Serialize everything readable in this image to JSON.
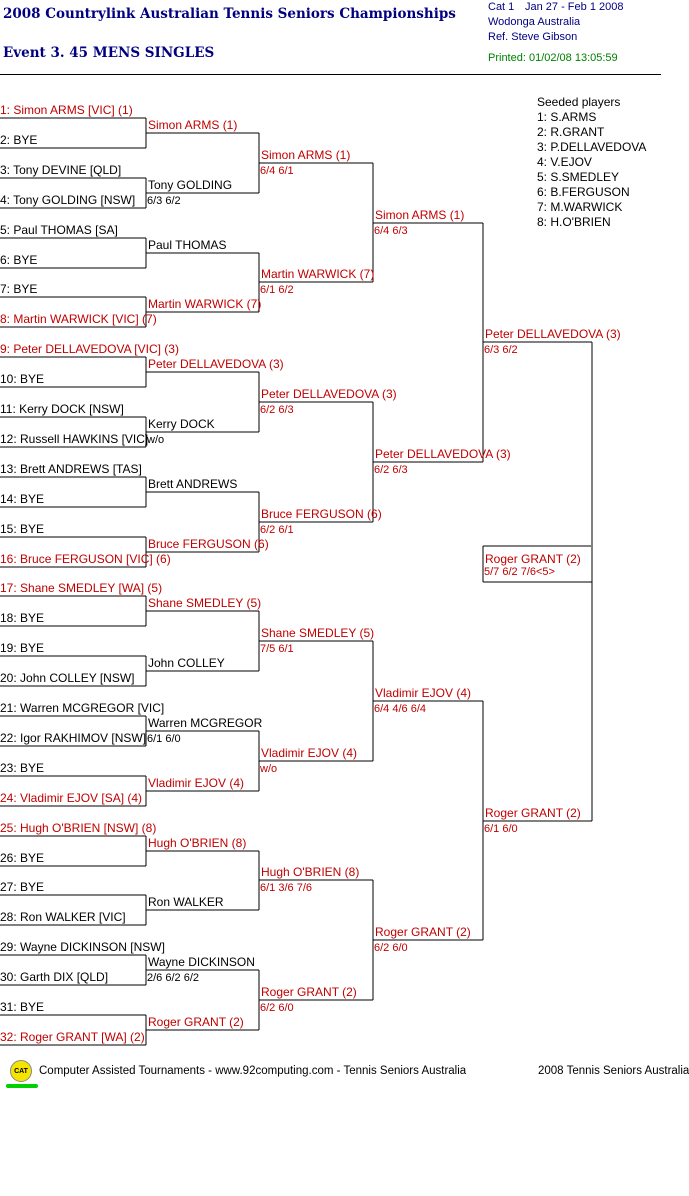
{
  "header": {
    "title": "2008 Countrylink Australian Tennis Seniors Championships",
    "event": "Event 3. 45 MENS SINGLES",
    "cat": "Cat 1",
    "dates": "Jan 27 - Feb 1 2008",
    "location": "Wodonga   Australia",
    "referee": "Ref. Steve Gibson",
    "printed": "Printed: 01/02/08 13:05:59"
  },
  "seeds": {
    "heading": "Seeded players",
    "list": [
      "1:  S.ARMS",
      "2:  R.GRANT",
      "3:  P.DELLAVEDOVA",
      "4:  V.EJOV",
      "5:  S.SMEDLEY",
      "6:  B.FERGUSON",
      "7:  M.WARWICK",
      "8:  H.O'BRIEN"
    ]
  },
  "draw": [
    {
      "text": "1: Simon ARMS [VIC] (1)",
      "red": true
    },
    {
      "text": "2: BYE",
      "red": false
    },
    {
      "text": "3: Tony DEVINE [QLD]",
      "red": false
    },
    {
      "text": "4: Tony GOLDING [NSW]",
      "red": false
    },
    {
      "text": "5: Paul THOMAS [SA]",
      "red": false
    },
    {
      "text": "6: BYE",
      "red": false
    },
    {
      "text": "7: BYE",
      "red": false
    },
    {
      "text": "8: Martin WARWICK [VIC] (7)",
      "red": true
    },
    {
      "text": "9: Peter DELLAVEDOVA [VIC] (3)",
      "red": true
    },
    {
      "text": "10: BYE",
      "red": false
    },
    {
      "text": "11: Kerry DOCK [NSW]",
      "red": false
    },
    {
      "text": "12: Russell HAWKINS [VIC]",
      "red": false
    },
    {
      "text": "13: Brett ANDREWS [TAS]",
      "red": false
    },
    {
      "text": "14: BYE",
      "red": false
    },
    {
      "text": "15: BYE",
      "red": false
    },
    {
      "text": "16: Bruce FERGUSON [VIC] (6)",
      "red": true
    },
    {
      "text": "17: Shane SMEDLEY [WA] (5)",
      "red": true
    },
    {
      "text": "18: BYE",
      "red": false
    },
    {
      "text": "19: BYE",
      "red": false
    },
    {
      "text": "20: John COLLEY [NSW]",
      "red": false
    },
    {
      "text": "21: Warren MCGREGOR [VIC]",
      "red": false
    },
    {
      "text": "22: Igor RAKHIMOV [NSW]",
      "red": false
    },
    {
      "text": "23: BYE",
      "red": false
    },
    {
      "text": "24: Vladimir EJOV [SA] (4)",
      "red": true
    },
    {
      "text": "25: Hugh O'BRIEN [NSW] (8)",
      "red": true
    },
    {
      "text": "26: BYE",
      "red": false
    },
    {
      "text": "27: BYE",
      "red": false
    },
    {
      "text": "28: Ron WALKER [VIC]",
      "red": false
    },
    {
      "text": "29: Wayne DICKINSON [NSW]",
      "red": false
    },
    {
      "text": "30: Garth DIX [QLD]",
      "red": false
    },
    {
      "text": "31: BYE",
      "red": false
    },
    {
      "text": "32: Roger GRANT [WA] (2)",
      "red": true
    }
  ],
  "round2": [
    {
      "name": "Simon ARMS (1)",
      "score": "",
      "red": true
    },
    {
      "name": "Tony GOLDING",
      "score": "6/3 6/2",
      "red": false
    },
    {
      "name": "Paul THOMAS",
      "score": "",
      "red": false
    },
    {
      "name": "Martin WARWICK (7)",
      "score": "",
      "red": true
    },
    {
      "name": "Peter DELLAVEDOVA (3)",
      "score": "",
      "red": true
    },
    {
      "name": "Kerry DOCK",
      "score": "w/o",
      "red": false
    },
    {
      "name": "Brett ANDREWS",
      "score": "",
      "red": false
    },
    {
      "name": "Bruce FERGUSON (6)",
      "score": "",
      "red": true
    },
    {
      "name": "Shane SMEDLEY (5)",
      "score": "",
      "red": true
    },
    {
      "name": "John COLLEY",
      "score": "",
      "red": false
    },
    {
      "name": "Warren MCGREGOR",
      "score": "6/1 6/0",
      "red": false
    },
    {
      "name": "Vladimir EJOV (4)",
      "score": "",
      "red": true
    },
    {
      "name": "Hugh O'BRIEN (8)",
      "score": "",
      "red": true
    },
    {
      "name": "Ron WALKER",
      "score": "",
      "red": false
    },
    {
      "name": "Wayne DICKINSON",
      "score": "2/6 6/2 6/2",
      "red": false
    },
    {
      "name": "Roger GRANT (2)",
      "score": "",
      "red": true
    }
  ],
  "round3": [
    {
      "name": "Simon ARMS (1)",
      "score": "6/4 6/1"
    },
    {
      "name": "Martin WARWICK (7)",
      "score": "6/1 6/2"
    },
    {
      "name": "Peter DELLAVEDOVA (3)",
      "score": "6/2 6/3"
    },
    {
      "name": "Bruce FERGUSON (6)",
      "score": "6/2 6/1"
    },
    {
      "name": "Shane SMEDLEY (5)",
      "score": "7/5 6/1"
    },
    {
      "name": "Vladimir EJOV (4)",
      "score": "w/o"
    },
    {
      "name": "Hugh O'BRIEN (8)",
      "score": "6/1 3/6 7/6"
    },
    {
      "name": "Roger GRANT (2)",
      "score": "6/2 6/0"
    }
  ],
  "round4": [
    {
      "name": "Simon ARMS (1)",
      "score": "6/4 6/3"
    },
    {
      "name": "Peter DELLAVEDOVA (3)",
      "score": "6/2 6/3"
    },
    {
      "name": "Vladimir EJOV (4)",
      "score": "6/4 4/6 6/4"
    },
    {
      "name": "Roger GRANT (2)",
      "score": "6/2 6/0"
    }
  ],
  "semis": [
    {
      "name": "Peter DELLAVEDOVA (3)",
      "score": "6/3 6/2"
    },
    {
      "name": "Roger GRANT (2)",
      "score": "6/1 6/0"
    }
  ],
  "final": {
    "name": "Roger GRANT (2)",
    "score": "5/7 6/2 7/6<5>"
  },
  "footer": {
    "logo": "CAT",
    "text": "Computer Assisted Tournaments - www.92computing.com -  Tennis Seniors Australia",
    "right": "2008 Tennis Seniors Australia"
  }
}
